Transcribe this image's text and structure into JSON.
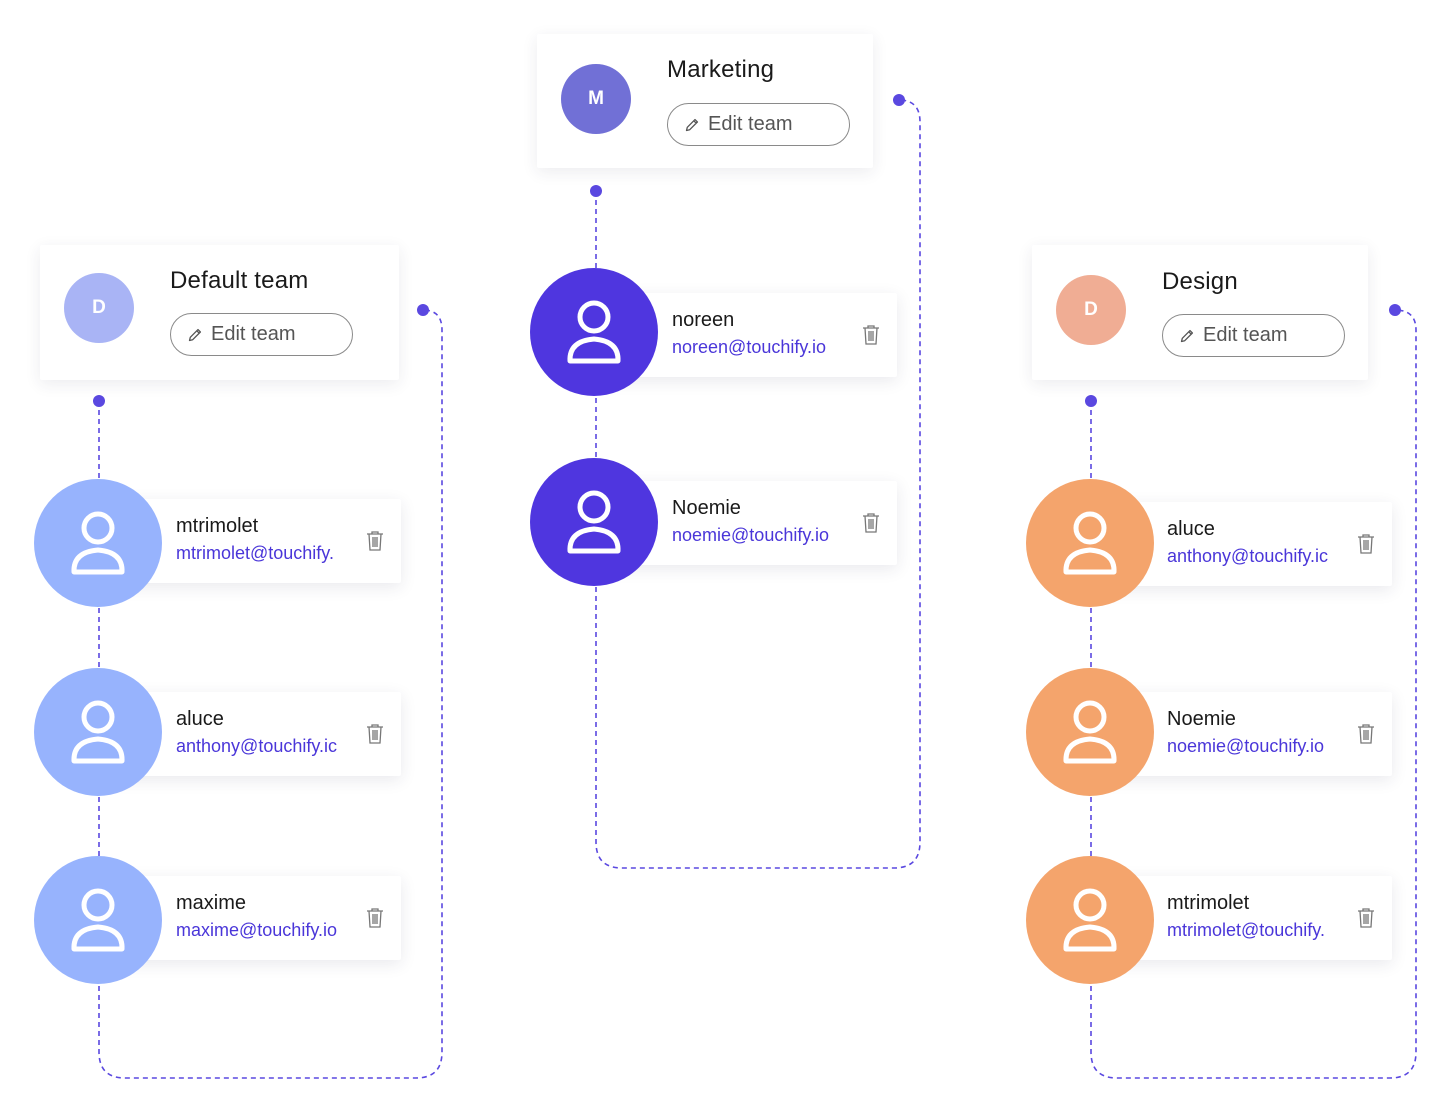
{
  "colors": {
    "connector": "#5a48e0",
    "email": "#4a36d9",
    "default_member": "#97b3fd",
    "default_team_avatar": "#a9b4f5",
    "marketing_member": "#4f36df",
    "marketing_team_avatar": "#7170d6",
    "design_member": "#f4a46c",
    "design_team_avatar": "#f0ad94"
  },
  "icons": {
    "edit": "pencil-icon",
    "delete": "trash-icon",
    "member": "user-icon"
  },
  "teams": [
    {
      "name": "Default team",
      "initial": "D",
      "edit_label": "Edit team",
      "members": [
        {
          "name": "mtrimolet",
          "email": "mtrimolet@touchify."
        },
        {
          "name": "aluce",
          "email": "anthony@touchify.ic"
        },
        {
          "name": "maxime",
          "email": "maxime@touchify.io"
        }
      ]
    },
    {
      "name": "Marketing",
      "initial": "M",
      "edit_label": "Edit team",
      "members": [
        {
          "name": "noreen",
          "email": "noreen@touchify.io"
        },
        {
          "name": "Noemie",
          "email": "noemie@touchify.io"
        }
      ]
    },
    {
      "name": "Design",
      "initial": "D",
      "edit_label": "Edit team",
      "members": [
        {
          "name": "aluce",
          "email": "anthony@touchify.ic"
        },
        {
          "name": "Noemie",
          "email": "noemie@touchify.io"
        },
        {
          "name": "mtrimolet",
          "email": "mtrimolet@touchify."
        }
      ]
    }
  ]
}
